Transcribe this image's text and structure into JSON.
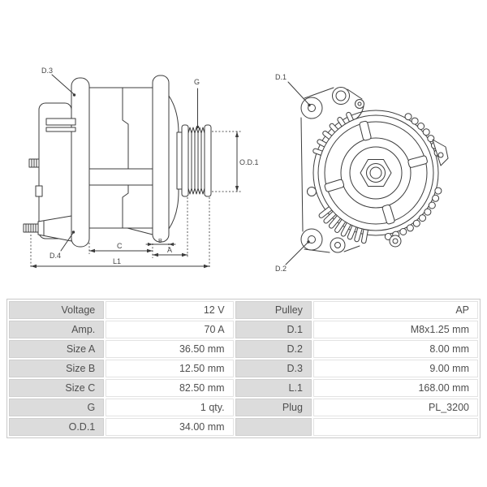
{
  "diagram": {
    "side_view": {
      "labels": {
        "d3": "D.3",
        "d4": "D.4",
        "g": "G",
        "od1": "O.D.1",
        "b": "B",
        "c": "C",
        "a": "A",
        "l1": "L1"
      }
    },
    "front_view": {
      "labels": {
        "d1": "D.1",
        "d2": "D.2"
      }
    }
  },
  "table": {
    "rows": [
      {
        "label1": "Voltage",
        "value1": "12 V",
        "label2": "Pulley",
        "value2": "AP"
      },
      {
        "label1": "Amp.",
        "value1": "70 A",
        "label2": "D.1",
        "value2": "M8x1.25 mm"
      },
      {
        "label1": "Size A",
        "value1": "36.50 mm",
        "label2": "D.2",
        "value2": "8.00 mm"
      },
      {
        "label1": "Size B",
        "value1": "12.50 mm",
        "label2": "D.3",
        "value2": "9.00 mm"
      },
      {
        "label1": "Size C",
        "value1": "82.50 mm",
        "label2": "L.1",
        "value2": "168.00 mm"
      },
      {
        "label1": "G",
        "value1": "1 qty.",
        "label2": "Plug",
        "value2": "PL_3200"
      },
      {
        "label1": "O.D.1",
        "value1": "34.00 mm",
        "label2": "",
        "value2": ""
      }
    ]
  },
  "colors": {
    "line": "#3c3c3c",
    "cell_label_bg": "#dcdcdc",
    "text": "#4f4f4f"
  }
}
